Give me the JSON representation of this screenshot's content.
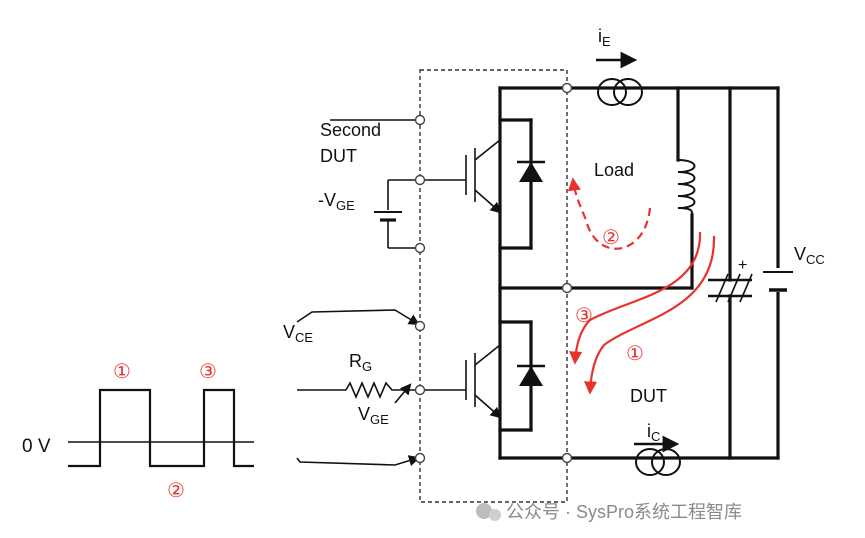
{
  "labels": {
    "second_dut": [
      "Second",
      "DUT"
    ],
    "load": "Load",
    "dut": "DUT",
    "zero_v": "0 V",
    "minus_vge": {
      "prefix": "-V",
      "sub": "GE"
    },
    "vce": {
      "main": "V",
      "sub": "CE"
    },
    "rg": {
      "main": "R",
      "sub": "G"
    },
    "vge": {
      "main": "V",
      "sub": "GE"
    },
    "vcc": {
      "main": "V",
      "sub": "CC"
    },
    "ie": {
      "main": "i",
      "sub": "E"
    },
    "ic": {
      "main": "i",
      "sub": "C"
    },
    "capacitor_plus": "+"
  },
  "markers": {
    "one": "①",
    "two": "②",
    "three": "③"
  },
  "watermark": "公众号 · SysPro系统工程智库",
  "colors": {
    "wire": "#111111",
    "path_highlight": "#e8322c",
    "watermark": "#8a8a8a"
  }
}
